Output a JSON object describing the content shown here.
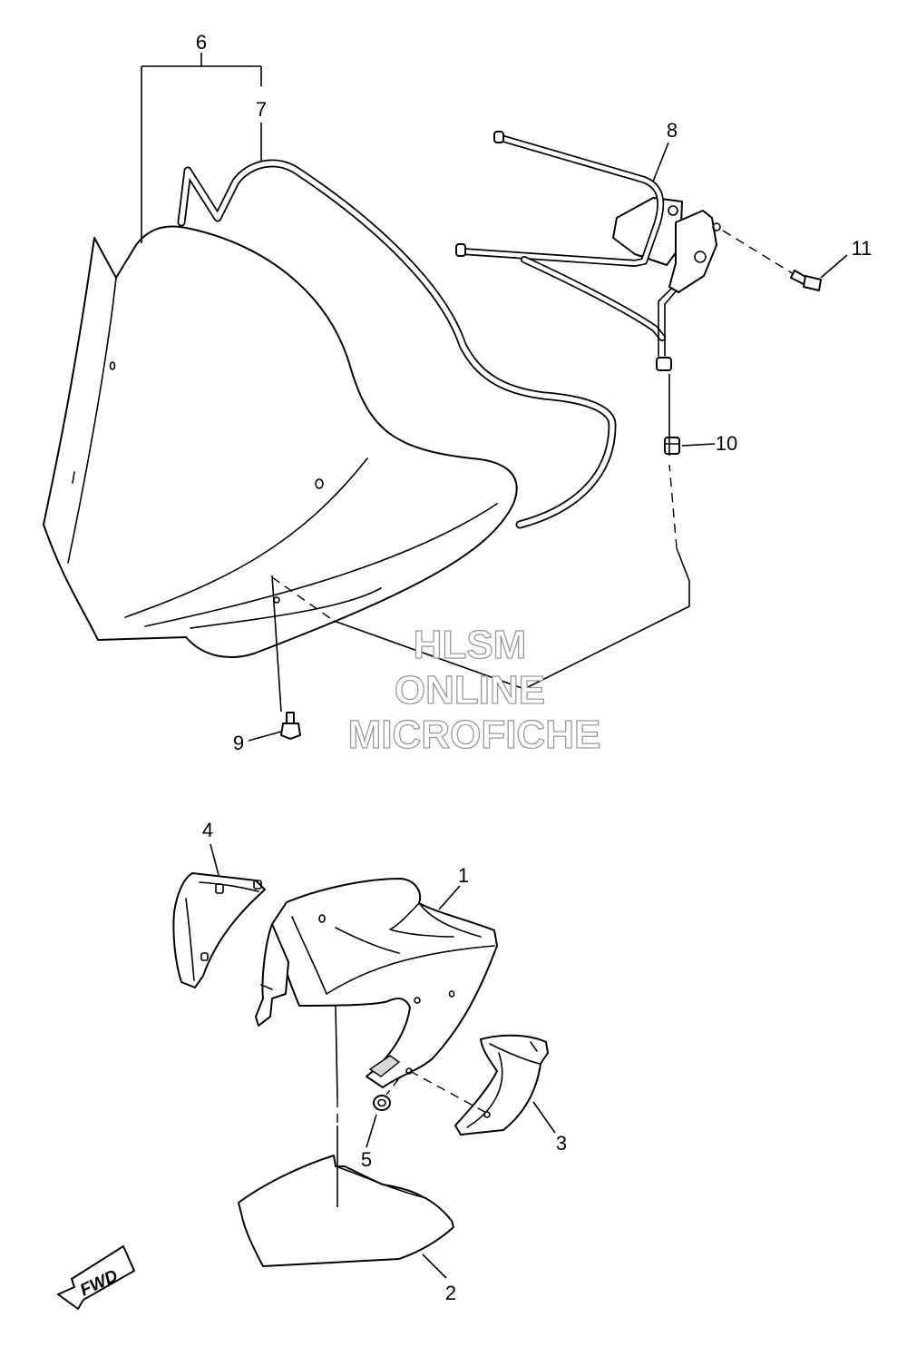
{
  "callouts": [
    "1",
    "2",
    "3",
    "4",
    "5",
    "6",
    "7",
    "8",
    "9",
    "10",
    "11"
  ],
  "watermark": {
    "line1": "HLSM",
    "line2": "ONLINE",
    "line3": "MICROFICHE"
  },
  "direction_arrow": {
    "label": "FWD",
    "icon": "fwd-arrow-icon"
  },
  "colors": {
    "line": "#000000",
    "watermark": "#9a9a9a",
    "background": "#ffffff"
  }
}
